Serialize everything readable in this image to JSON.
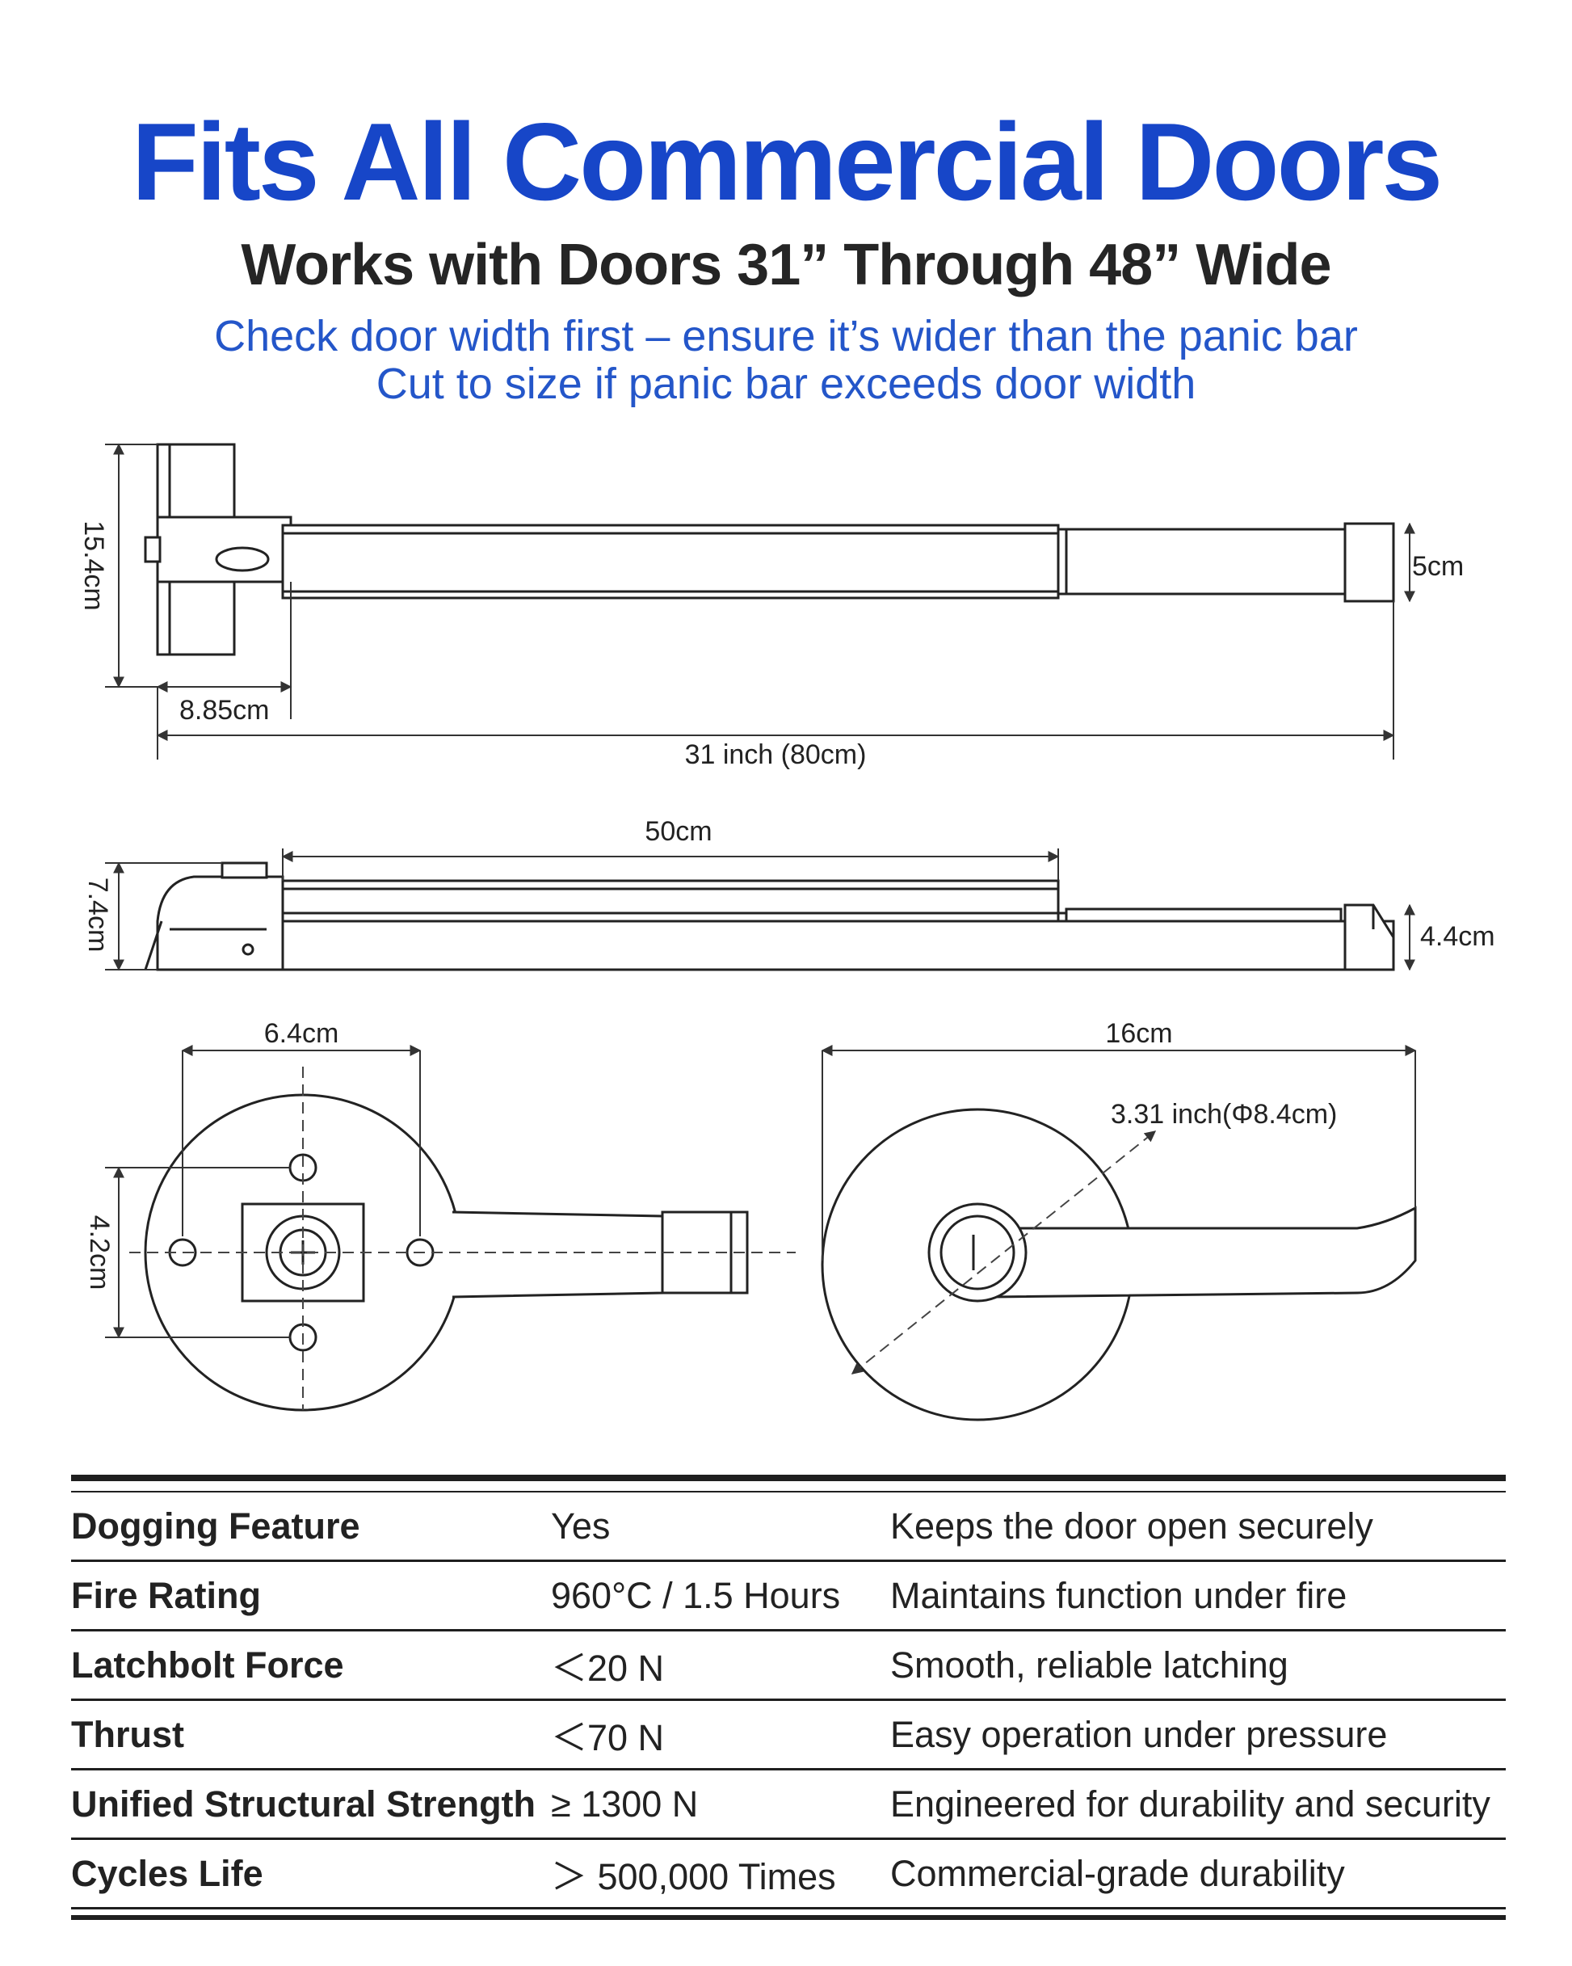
{
  "header": {
    "title": "Fits All Commercial Doors",
    "subtitle": "Works with Doors 31” Through 48” Wide",
    "note_line1": "Check door width first – ensure it’s wider than the panic bar",
    "note_line2": "Cut to size if panic bar exceeds door width"
  },
  "dimensions": {
    "height_top": "15.4cm",
    "bar_height": "5cm",
    "base_width": "8.85cm",
    "total_length": "31 inch (80cm)",
    "push_length": "50cm",
    "side_height": "7.4cm",
    "end_height": "4.4cm",
    "rose_width": "6.4cm",
    "rose_height": "4.2cm",
    "lever_length": "16cm",
    "rose_diameter": "3.31 inch(Φ8.4cm)"
  },
  "specs": [
    {
      "label": "Dogging Feature",
      "value": "Yes",
      "desc": "Keeps the door open securely"
    },
    {
      "label": "Fire Rating",
      "value": "960°C / 1.5 Hours",
      "desc": "Maintains function under fire"
    },
    {
      "label": "Latchbolt Force",
      "value": "＜20 N",
      "desc": "Smooth, reliable latching"
    },
    {
      "label": "Thrust",
      "value": "＜70 N",
      "desc": "Easy operation under pressure"
    },
    {
      "label": "Unified Structural Strength",
      "value": "≥ 1300 N",
      "desc": "Engineered for durability and security"
    },
    {
      "label": "Cycles Life",
      "value": "＞ 500,000 Times",
      "desc": "Commercial-grade durability"
    }
  ]
}
